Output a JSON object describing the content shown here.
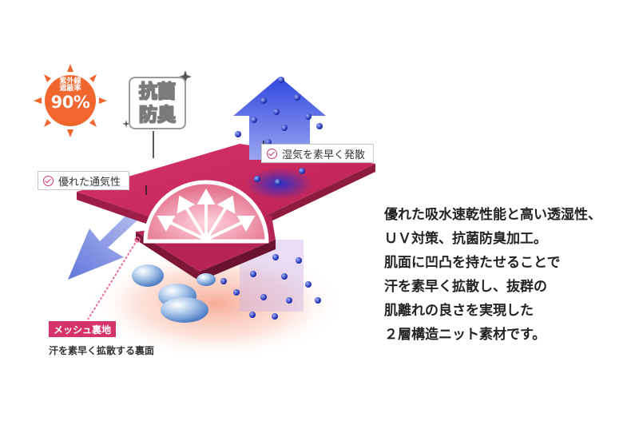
{
  "badges": {
    "uv": {
      "line1": "紫外線",
      "line2": "遮蔽率",
      "percent": "90%"
    },
    "antibacterial": {
      "line1": "抗菌",
      "line2": "防臭"
    }
  },
  "tags": {
    "breathable": "優れた通気性",
    "moisture": "湿気を素早く発散"
  },
  "mesh": {
    "label": "メッシュ裏地",
    "description": "汗を素早く拡散する裏面"
  },
  "description": {
    "lines": [
      "優れた吸水速乾性能と高い透湿性、",
      "ＵＶ対策、抗菌防臭加工。",
      "肌面に凹凸を持たせることで",
      "汗を素早く拡散し、抜群の",
      "肌離れの良さを実現した",
      "２層構造ニット素材です。"
    ]
  },
  "colors": {
    "fabric": "#c8285a",
    "fabric_dark": "#8e1c3f",
    "sun": "#f0662e",
    "arrow_blue": "#3f5fe0",
    "accent": "#d6336c"
  }
}
